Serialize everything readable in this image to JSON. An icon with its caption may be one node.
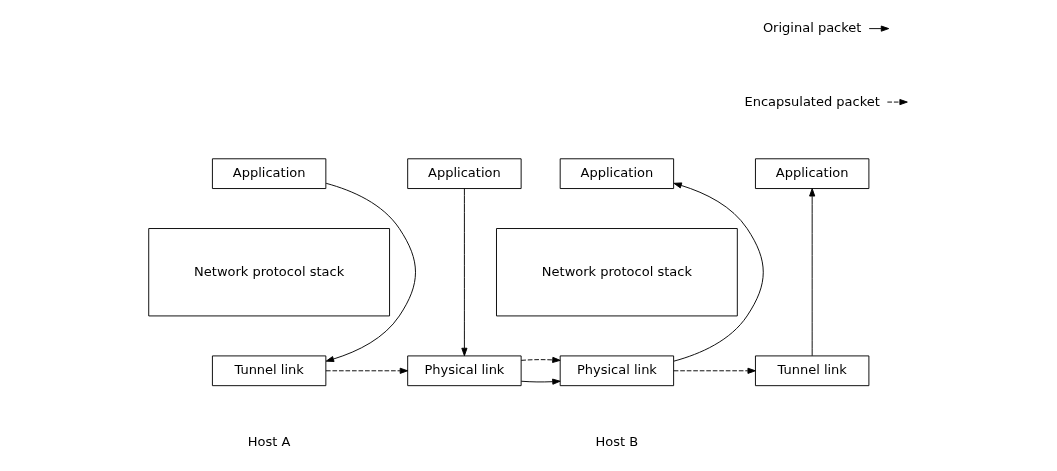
{
  "diagram": {
    "nodes": [
      {
        "text": [
          "Application"
        ]
      },
      {
        "text": [
          "Application"
        ]
      },
      {
        "text": [
          "Network protocol stack"
        ]
      },
      {
        "text": [
          "Tunnel link"
        ]
      },
      {
        "text": [
          "Physical link"
        ]
      },
      {
        "text": [
          "Application"
        ]
      },
      {
        "text": [
          "Application"
        ]
      },
      {
        "text": [
          "Network protocol stack"
        ]
      },
      {
        "text": [
          "Physical link"
        ]
      },
      {
        "text": [
          "Tunnel link"
        ]
      }
    ],
    "edges": [
      {
        "from": 0,
        "to": 3,
        "arrow": "to"
      },
      {
        "from": 1,
        "to": 4,
        "arrow": "to"
      },
      {
        "from": 3,
        "to": 4,
        "arrow": "to",
        "style": "dashed"
      },
      {
        "from": 4,
        "to": 8,
        "arrow": "to"
      },
      {
        "from": 4,
        "to": 8,
        "arrow": "to",
        "style": "dashed"
      },
      {
        "from": 8,
        "to": 5,
        "arrow": "to"
      },
      {
        "from": 9,
        "to": 6,
        "arrow": "to"
      },
      {
        "from": 8,
        "to": 9,
        "arrow": "to",
        "style": "dashed"
      }
    ],
    "labels": [
      "Host A",
      "Host B"
    ],
    "legend": [
      {
        "text": "Original packet"
      },
      {
        "text": "Encapsulated packet"
      }
    ]
  }
}
